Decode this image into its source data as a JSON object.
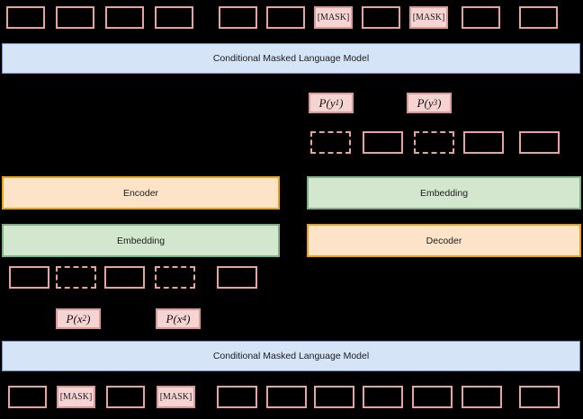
{
  "diagram": {
    "title": "Conditional Masked Language Model mask-predict architecture",
    "mask_label": "[MASK]",
    "colors": {
      "token_border": "#e8a2a0",
      "token_fill": "#f6d4d4",
      "cmlm_fill": "#d6e4f7",
      "cmlm_border": "#6f8fc4",
      "encoder_fill": "#fde3c8",
      "encoder_border": "#e8a317",
      "embedding_fill": "#d3e7cf",
      "embedding_border": "#7fb283",
      "background": "#000000"
    }
  },
  "bars": {
    "cmlm_top": "Conditional Masked Language Model",
    "cmlm_bottom": "Conditional Masked Language Model",
    "encoder": "Encoder",
    "embedding_right_top": "Embedding",
    "embedding_left_bottom": "Embedding",
    "decoder": "Decoder"
  },
  "top_row": {
    "source_tokens": [
      {
        "label": "",
        "masked": false
      },
      {
        "label": "",
        "masked": false
      },
      {
        "label": "",
        "masked": false
      },
      {
        "label": "",
        "masked": false
      }
    ],
    "target_tokens": [
      {
        "label": "",
        "masked": false
      },
      {
        "label": "",
        "masked": false
      },
      {
        "label": "[MASK]",
        "masked": true
      },
      {
        "label": "",
        "masked": false
      },
      {
        "label": "[MASK]",
        "masked": true
      },
      {
        "label": "",
        "masked": false
      },
      {
        "label": "",
        "masked": false
      }
    ]
  },
  "bottom_row": {
    "source_tokens": [
      {
        "label": "",
        "masked": false
      },
      {
        "label": "[MASK]",
        "masked": true
      },
      {
        "label": "",
        "masked": false
      },
      {
        "label": "[MASK]",
        "masked": true
      }
    ],
    "target_tokens": [
      {
        "label": "",
        "masked": false
      },
      {
        "label": "",
        "masked": false
      },
      {
        "label": "",
        "masked": false
      },
      {
        "label": "",
        "masked": false
      },
      {
        "label": "",
        "masked": false
      },
      {
        "label": "",
        "masked": false
      },
      {
        "label": "",
        "masked": false
      }
    ]
  },
  "mid_right_row": {
    "tokens": [
      {
        "label": "",
        "predicted": true
      },
      {
        "label": "",
        "predicted": false
      },
      {
        "label": "",
        "predicted": true
      },
      {
        "label": "",
        "predicted": false
      },
      {
        "label": "",
        "predicted": false
      }
    ]
  },
  "mid_left_row": {
    "tokens": [
      {
        "label": "",
        "predicted": false
      },
      {
        "label": "",
        "predicted": true
      },
      {
        "label": "",
        "predicted": false
      },
      {
        "label": "",
        "predicted": true
      },
      {
        "label": "",
        "predicted": false
      }
    ]
  },
  "probabilities": {
    "upper": [
      {
        "fn": "P(y",
        "sub": "1",
        "close": ")"
      },
      {
        "fn": "P(y",
        "sub": "3",
        "close": ")"
      }
    ],
    "lower": [
      {
        "fn": "P(x",
        "sub": "2",
        "close": ")"
      },
      {
        "fn": "P(x",
        "sub": "4",
        "close": ")"
      }
    ]
  }
}
